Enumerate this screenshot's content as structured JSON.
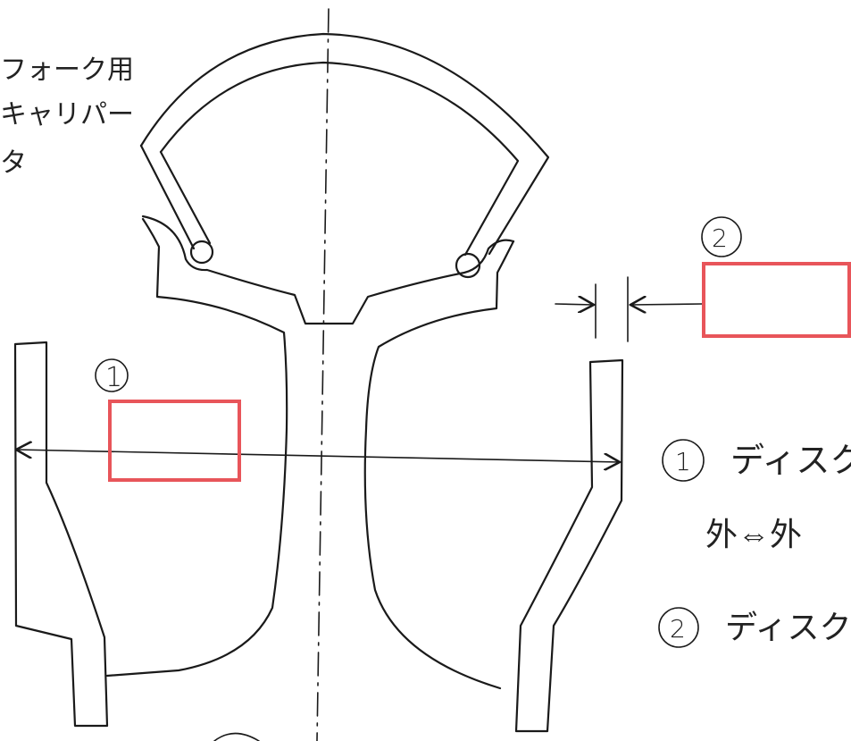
{
  "notes": {
    "line1": "フォーク用",
    "line2": "キャリパー",
    "line3": "タ"
  },
  "markers": {
    "m1": "1",
    "m2": "2"
  },
  "legend": {
    "item1_marker": "1",
    "item1_text": "ディスク",
    "item1_sub": "外⇔外",
    "item2_marker": "2",
    "item2_text": "ディスク"
  },
  "colors": {
    "ink": "#1a1a1a",
    "highlight": "#e8555a"
  }
}
